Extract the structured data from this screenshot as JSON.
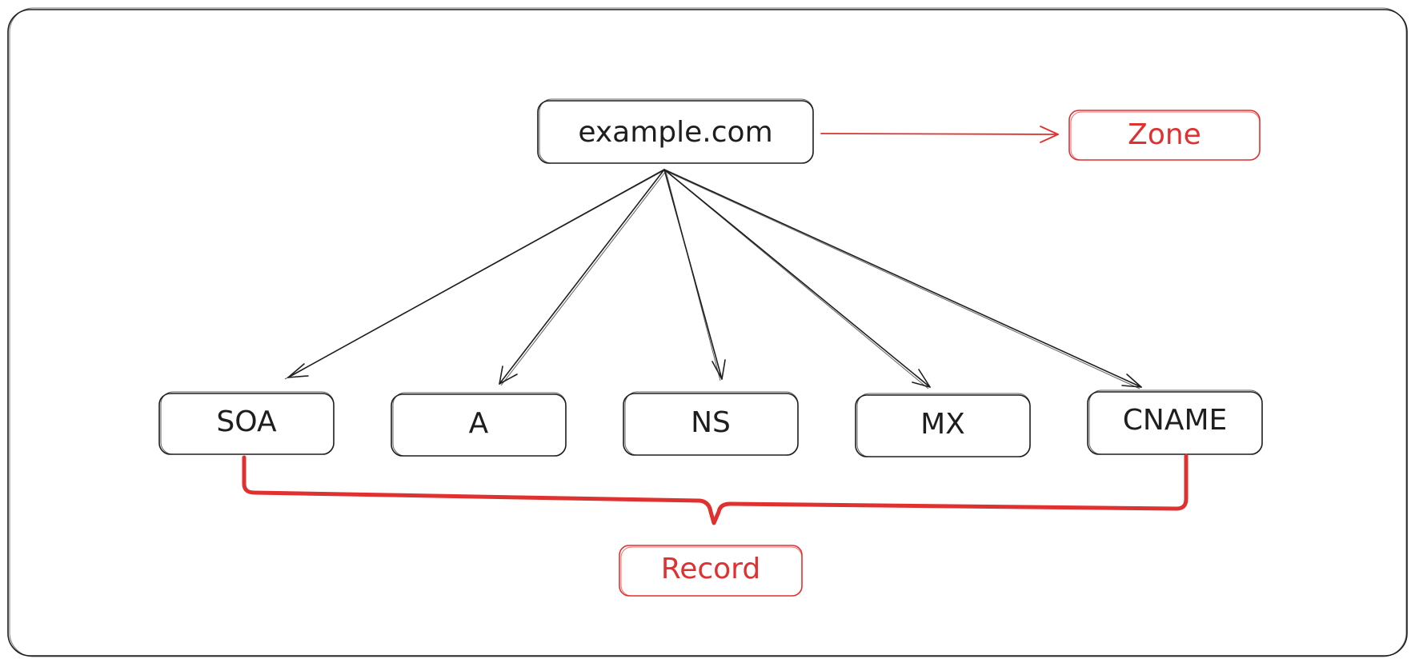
{
  "root": {
    "label": "example.com"
  },
  "records": [
    {
      "label": "SOA"
    },
    {
      "label": "A"
    },
    {
      "label": "NS"
    },
    {
      "label": "MX"
    },
    {
      "label": "CNAME"
    }
  ],
  "annotations": {
    "zone_label": "Zone",
    "record_label": "Record"
  },
  "colors": {
    "ink": "#1e1e1e",
    "accent": "#e03131"
  }
}
